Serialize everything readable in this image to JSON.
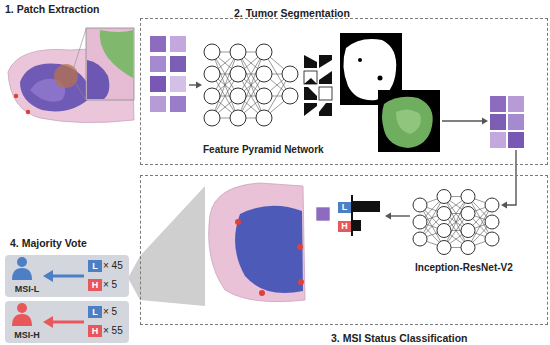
{
  "diagram": {
    "nodes": [
      {
        "text": [
          "2. Tumor Segmentation"
        ]
      },
      {
        "text": [
          "3. MSI Status Classification"
        ]
      },
      {
        "text": [
          "L"
        ],
        "in": 1
      },
      {
        "text": [
          "H"
        ],
        "in": 1
      },
      {
        "text": [
          "MSI-L"
        ]
      },
      {
        "text": [
          "L"
        ],
        "in": 4
      },
      {
        "text": [
          "H"
        ],
        "in": 4
      },
      {
        "text": [
          "MSI-H"
        ]
      },
      {
        "text": [
          "L"
        ],
        "in": 7
      },
      {
        "text": [
          "H"
        ],
        "in": 7
      }
    ],
    "labels": [
      "1. Patch Extraction",
      "Feature Pyramid Network",
      "Inception-ResNet-V2",
      "4. Majority Vote",
      "× 45",
      "× 5",
      "× 5",
      "× 55"
    ]
  }
}
